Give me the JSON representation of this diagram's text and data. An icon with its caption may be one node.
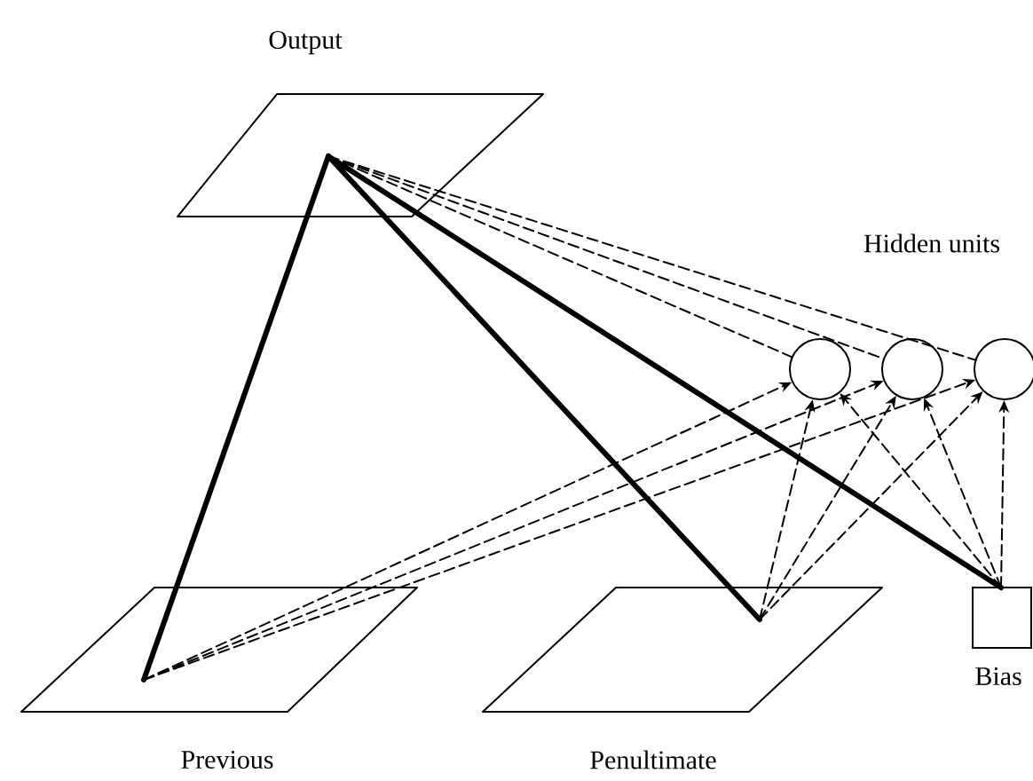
{
  "diagram": {
    "nodes": [
      {
        "text": [
          "Output"
        ]
      },
      {
        "text": [],
        "shape": "circle"
      },
      {
        "text": [],
        "shape": "circle"
      },
      {
        "text": [],
        "shape": "circle"
      },
      {
        "text": [
          "Previous"
        ]
      },
      {
        "text": [
          "Penultimate"
        ]
      },
      {
        "text": [
          "Bias"
        ]
      }
    ],
    "edges": [
      {
        "from": 0,
        "to": 4,
        "arrow": "none",
        "style": "thick"
      },
      {
        "from": 0,
        "to": 5,
        "arrow": "none",
        "style": "thick"
      },
      {
        "from": 0,
        "to": 6,
        "arrow": "none",
        "style": "thick"
      },
      {
        "from": 0,
        "to": 1,
        "arrow": "none",
        "style": "dashed"
      },
      {
        "from": 0,
        "to": 2,
        "arrow": "none",
        "style": "dashed"
      },
      {
        "from": 0,
        "to": 3,
        "arrow": "none",
        "style": "dashed"
      },
      {
        "from": 4,
        "to": 1,
        "arrow": "to",
        "style": "dashed"
      },
      {
        "from": 4,
        "to": 2,
        "arrow": "to",
        "style": "dashed"
      },
      {
        "from": 4,
        "to": 3,
        "arrow": "to",
        "style": "dashed"
      },
      {
        "from": 5,
        "to": 1,
        "arrow": "to",
        "style": "dashed"
      },
      {
        "from": 5,
        "to": 2,
        "arrow": "to",
        "style": "dashed"
      },
      {
        "from": 5,
        "to": 3,
        "arrow": "to",
        "style": "dashed"
      },
      {
        "from": 6,
        "to": 1,
        "arrow": "to",
        "style": "dashed"
      },
      {
        "from": 6,
        "to": 2,
        "arrow": "to",
        "style": "dashed"
      },
      {
        "from": 6,
        "to": 3,
        "arrow": "to",
        "style": "dashed"
      }
    ],
    "labels": [
      "Hidden units"
    ]
  }
}
